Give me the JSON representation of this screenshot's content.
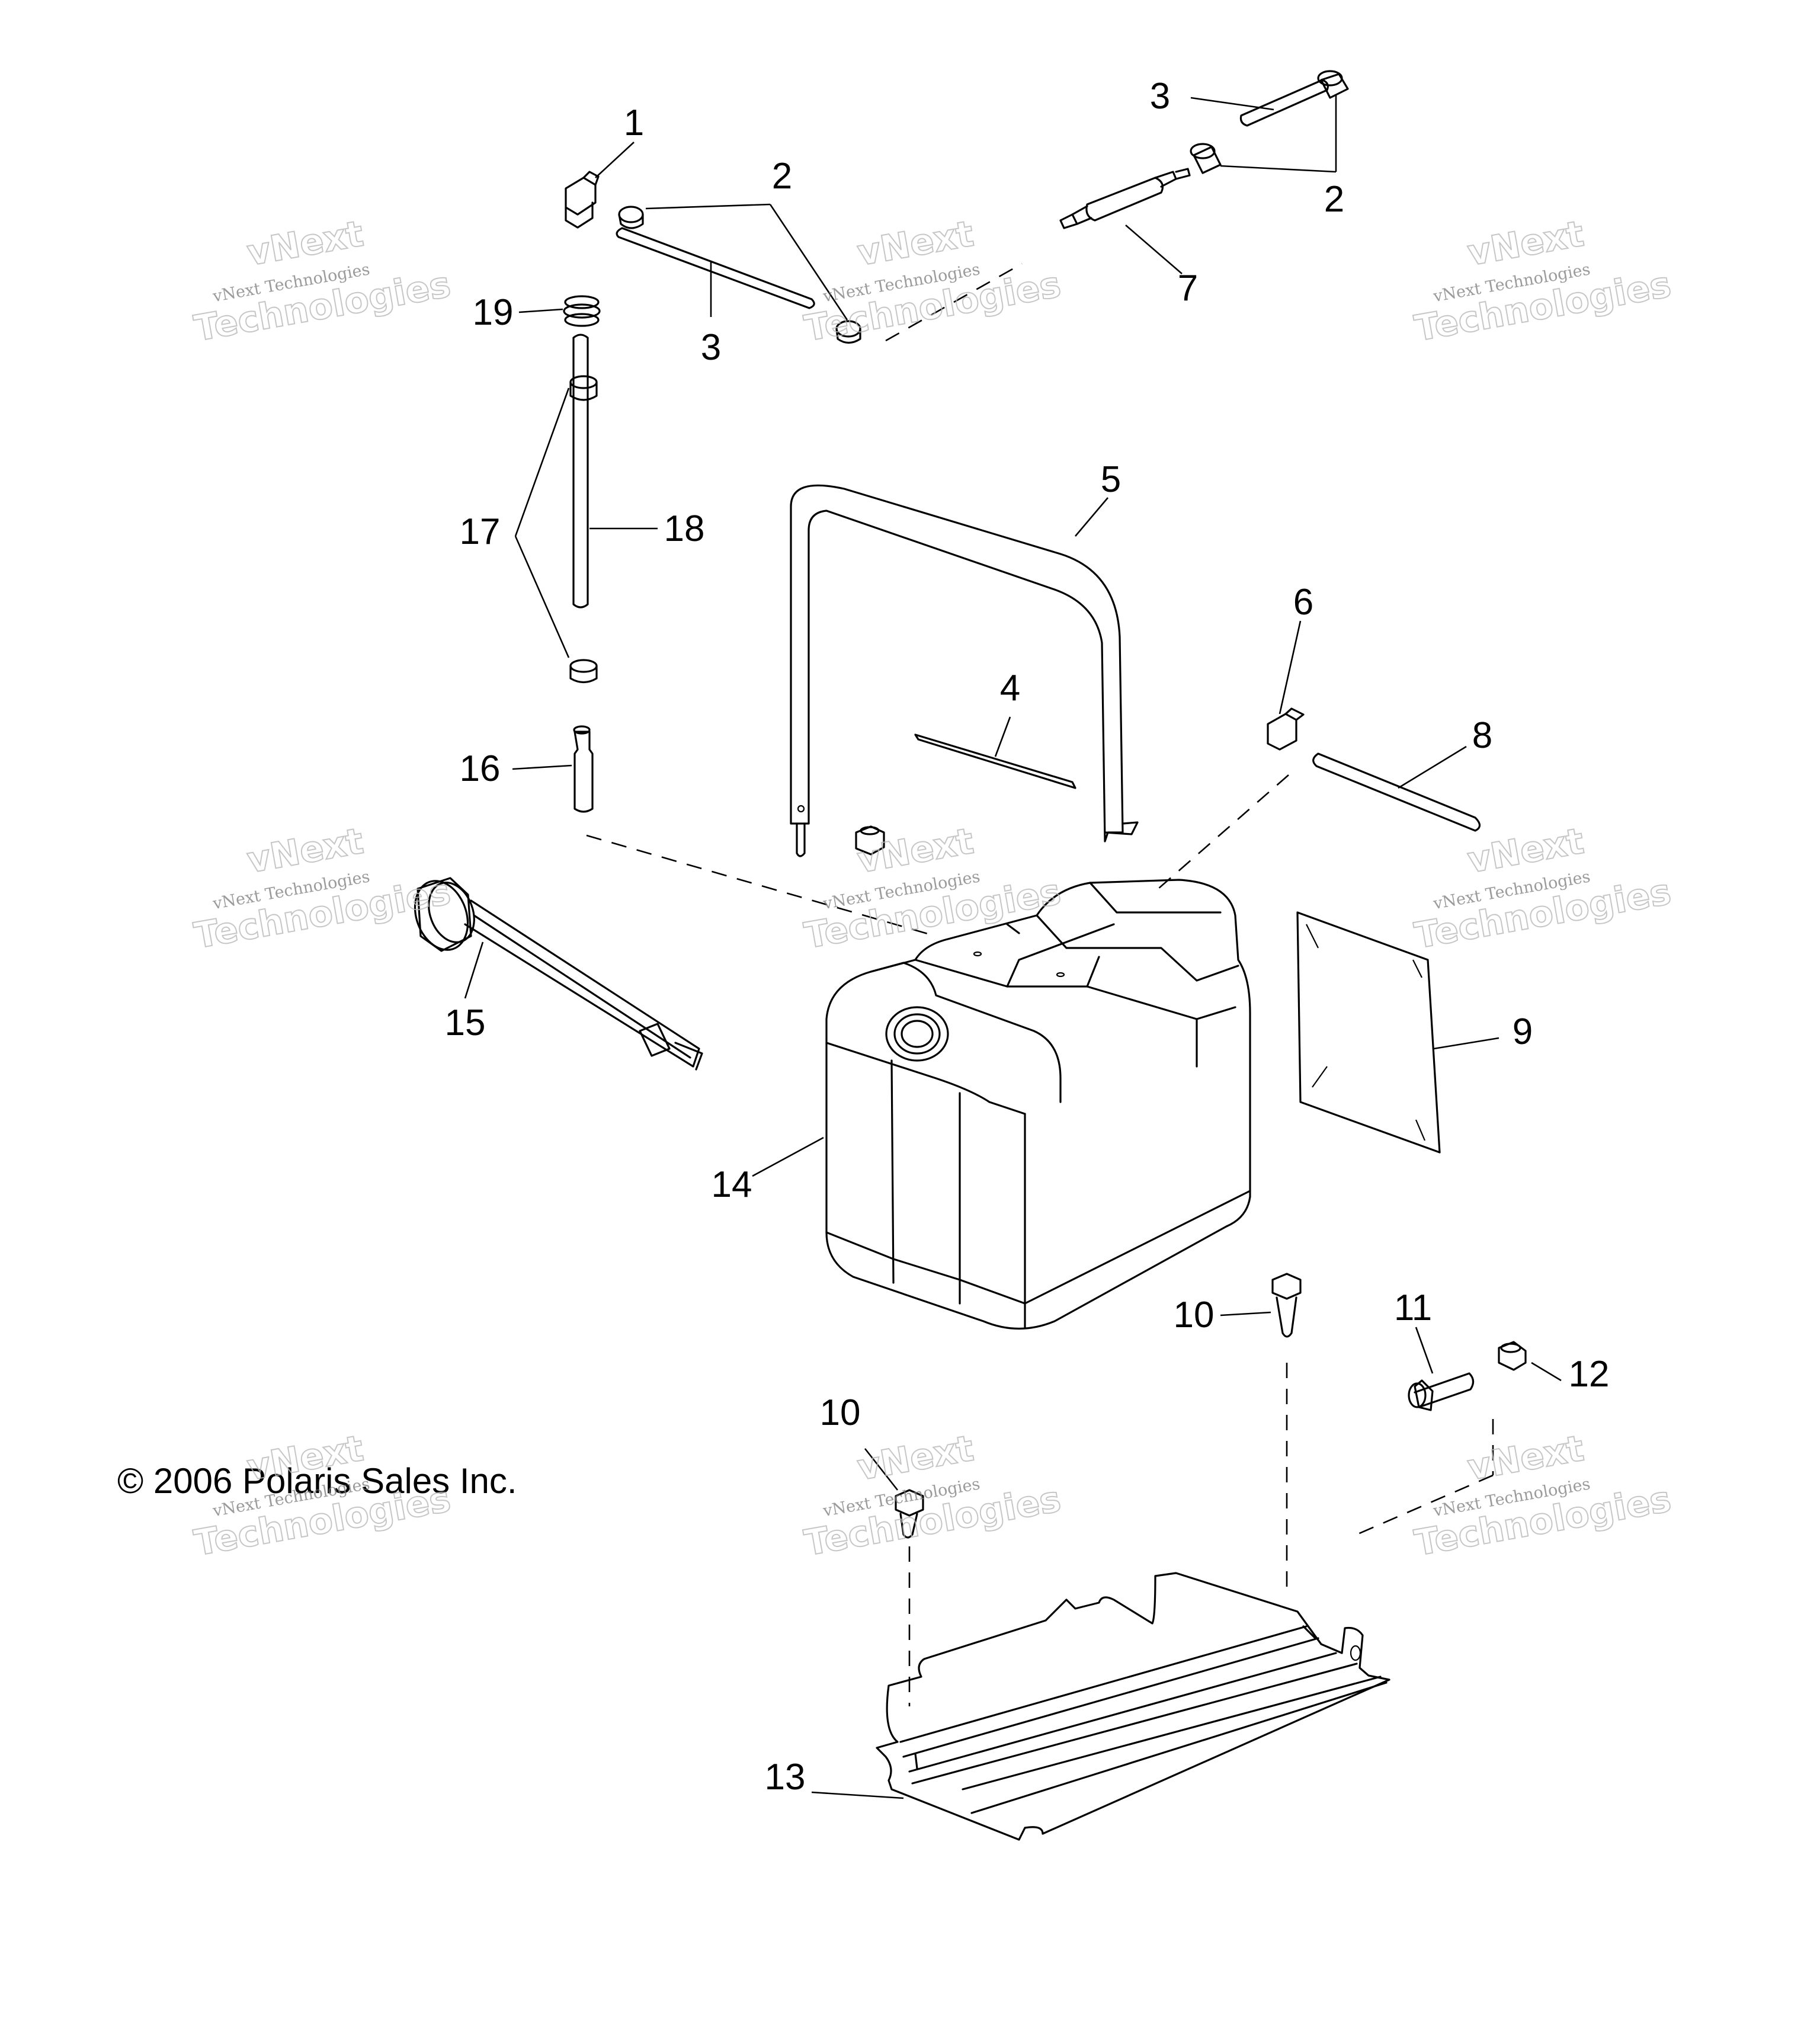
{
  "callouts": {
    "c1": "1",
    "c2a": "2",
    "c2b": "2",
    "c3a": "3",
    "c3b": "3",
    "c4": "4",
    "c5": "5",
    "c6": "6",
    "c7": "7",
    "c8": "8",
    "c9": "9",
    "c10a": "10",
    "c10b": "10",
    "c11": "11",
    "c12": "12",
    "c13": "13",
    "c14": "14",
    "c15": "15",
    "c16": "16",
    "c17": "17",
    "c18": "18",
    "c19": "19"
  },
  "copyright": "© 2006 Polaris Sales Inc.",
  "watermark": {
    "company": "vNext Technologies",
    "brand": "vNext",
    "word": "Technologies"
  }
}
